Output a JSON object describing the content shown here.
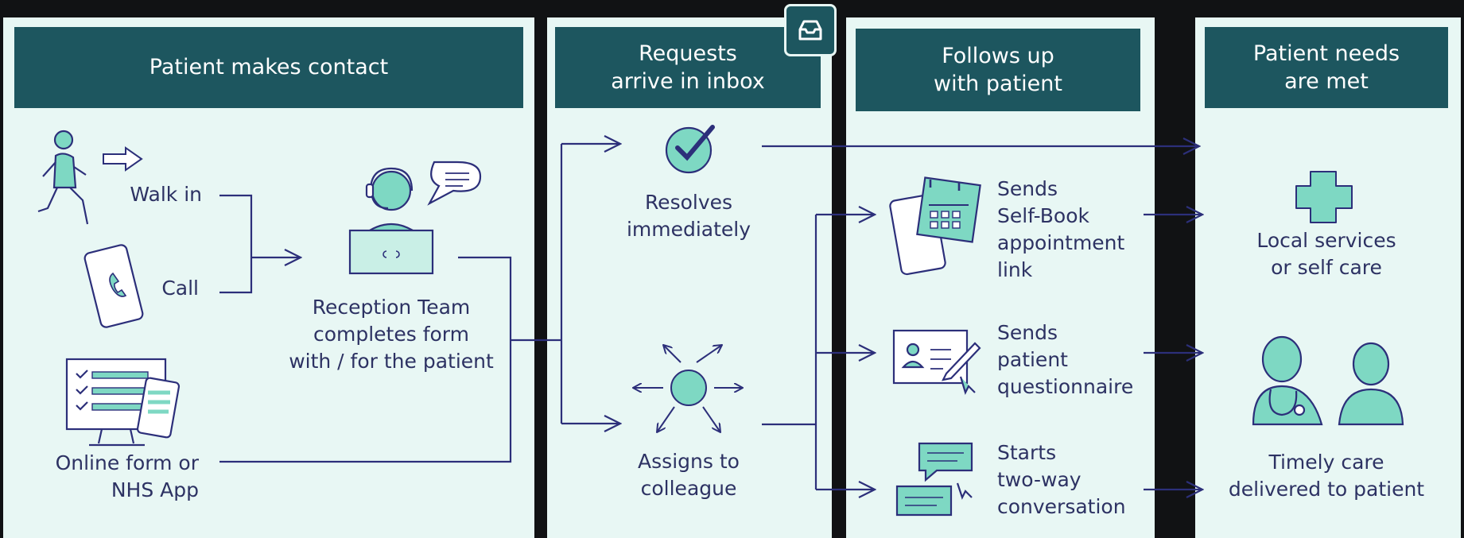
{
  "columns": {
    "contact": {
      "header": "Patient makes contact"
    },
    "inbox": {
      "header": "Requests\narrive in inbox"
    },
    "follow": {
      "header": "Follows up\nwith patient"
    },
    "met": {
      "header": "Patient needs\nare met"
    }
  },
  "contact": {
    "walk_in": "Walk in",
    "call": "Call",
    "online": "Online form or\nNHS App",
    "reception": "Reception Team\ncompletes form\nwith / for the patient"
  },
  "inbox": {
    "resolves": "Resolves\nimmediately",
    "assigns": "Assigns to\ncolleague"
  },
  "follow": {
    "selfbook": "Sends\nSelf-Book\nappointment\nlink",
    "questionnaire": "Sends\npatient\nquestionnaire",
    "conversation": "Starts\ntwo-way\nconversation"
  },
  "met": {
    "local": "Local services\nor self care",
    "timely": "Timely care\ndelivered to patient"
  },
  "colors": {
    "header": "#1d565f",
    "panel": "#e8f7f4",
    "line": "#2c2f7a",
    "accent": "#7ed8c3",
    "background": "#111214"
  }
}
